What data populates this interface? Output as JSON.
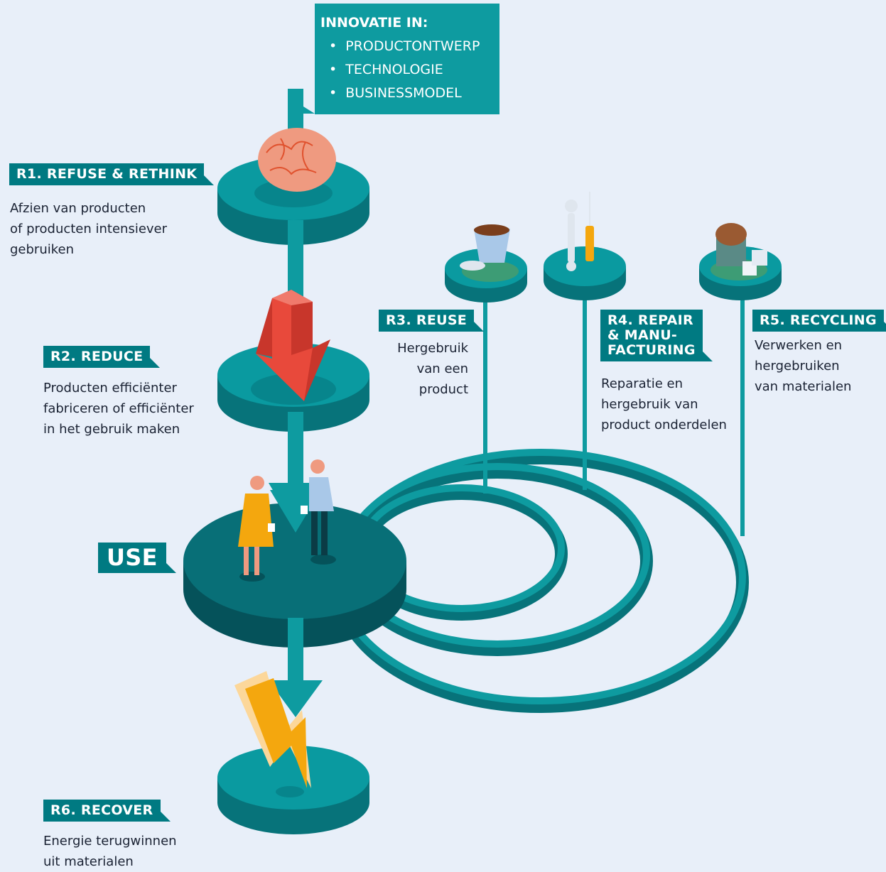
{
  "innovation": {
    "title": "INNOVATIE IN:",
    "items": [
      "PRODUCTONTWERP",
      "TECHNOLOGIE",
      "BUSINESSMODEL"
    ]
  },
  "r1": {
    "label": "R1. REFUSE & RETHINK",
    "desc": [
      "Afzien van producten",
      "of producten intensiever",
      "gebruiken"
    ]
  },
  "r2": {
    "label": "R2. REDUCE",
    "desc": [
      "Producten efficiënter",
      "fabriceren of efficiënter",
      "in het gebruik maken"
    ]
  },
  "use": {
    "label": "USE"
  },
  "r3": {
    "label": "R3. REUSE",
    "desc": [
      "Hergebruik",
      "van een",
      "product"
    ]
  },
  "r4": {
    "label": [
      "R4. REPAIR",
      "& MANU-",
      "FACTURING"
    ],
    "desc": [
      "Reparatie en",
      "hergebruik van",
      "product onderdelen"
    ]
  },
  "r5": {
    "label": "R5. RECYCLING",
    "desc": [
      "Verwerken en",
      "hergebruiken",
      "van materialen"
    ]
  },
  "r6": {
    "label": "R6. RECOVER",
    "desc": [
      "Energie terugwinnen",
      "uit materialen"
    ]
  },
  "colors": {
    "background": "#e8eff9",
    "label_bg": "#007a82",
    "box_bg": "#0e9ba0",
    "disk_top": "#0a9aa0",
    "disk_side": "#07737a",
    "use_top": "#086f77",
    "use_side": "#05525a",
    "arrow_red": "#e8493b",
    "bolt": "#f4a70e"
  },
  "icons": [
    "brain-icon",
    "down-arrow-icon",
    "person-icon",
    "cup-icon",
    "wrench-icon",
    "screwdriver-icon",
    "raw-material-icon",
    "lightning-bolt-icon"
  ]
}
